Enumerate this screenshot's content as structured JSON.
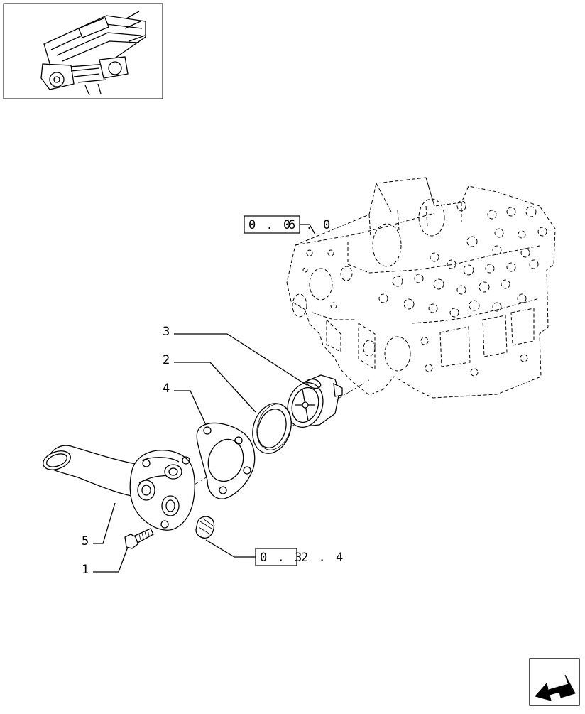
{
  "callouts": {
    "c1": "1",
    "c2": "2",
    "c3": "3",
    "c4": "4",
    "c5": "5"
  },
  "references": {
    "ref_top": {
      "boxed": "0 . 0",
      "rest": "6 . 0"
    },
    "ref_bottom": {
      "boxed": "0 . 3",
      "rest": "2 . 4"
    }
  },
  "icons": {
    "thumbnail": "engine-thumbnail-icon",
    "nav": "back-arrow-icon"
  }
}
